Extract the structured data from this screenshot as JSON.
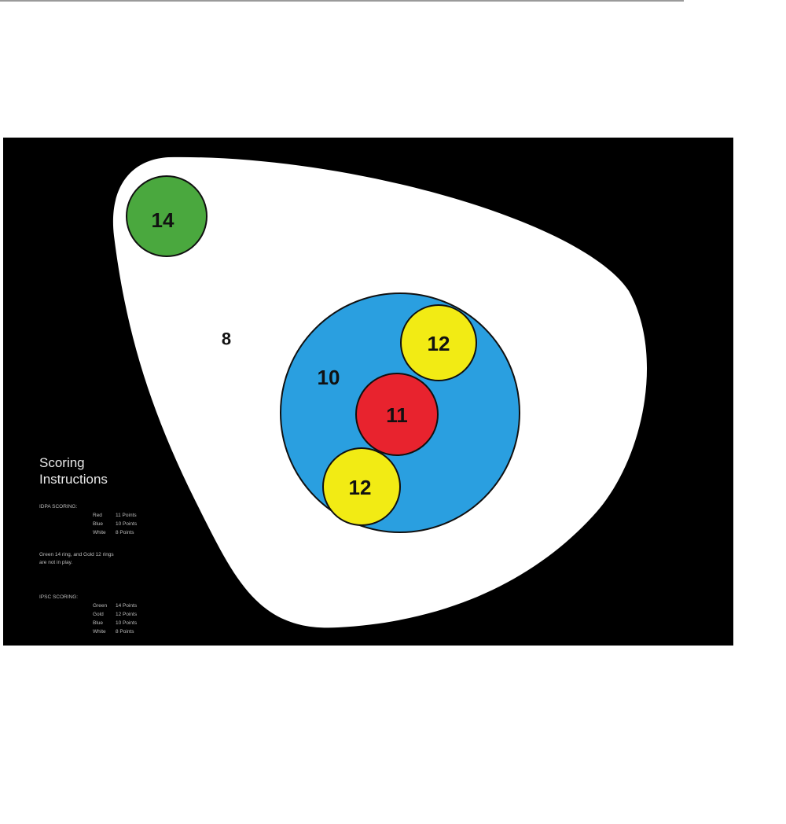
{
  "colors": {
    "background": "#000000",
    "face": "#ffffff",
    "green": "#4aa83e",
    "blue": "#2a9fe0",
    "red": "#e8232e",
    "yellow": "#f2eb14",
    "outline": "#101010"
  },
  "target": {
    "zones": [
      {
        "color": "white",
        "points": "8"
      },
      {
        "color": "blue",
        "points": "10"
      },
      {
        "color": "red",
        "points": "11"
      },
      {
        "color": "yellow",
        "points": "12"
      },
      {
        "color": "yellow",
        "points": "12"
      },
      {
        "color": "green",
        "points": "14"
      }
    ]
  },
  "instructions": {
    "title_line1": "Scoring",
    "title_line2": "Instructions",
    "idpa_heading": "IDPA SCORING:",
    "idpa_rows": [
      {
        "color": "Red",
        "points": "11 Points"
      },
      {
        "color": "Blue",
        "points": "10 Points"
      },
      {
        "color": "White",
        "points": "8 Points"
      }
    ],
    "note_line1": "Green 14 ring, and Gold 12 rings",
    "note_line2": "are not in play.",
    "ipsc_heading": "IPSC SCORING:",
    "ipsc_rows": [
      {
        "color": "Green",
        "points": "14 Points"
      },
      {
        "color": "Gold",
        "points": "12 Points"
      },
      {
        "color": "Blue",
        "points": "10 Points"
      },
      {
        "color": "White",
        "points": "8 Points"
      }
    ]
  }
}
